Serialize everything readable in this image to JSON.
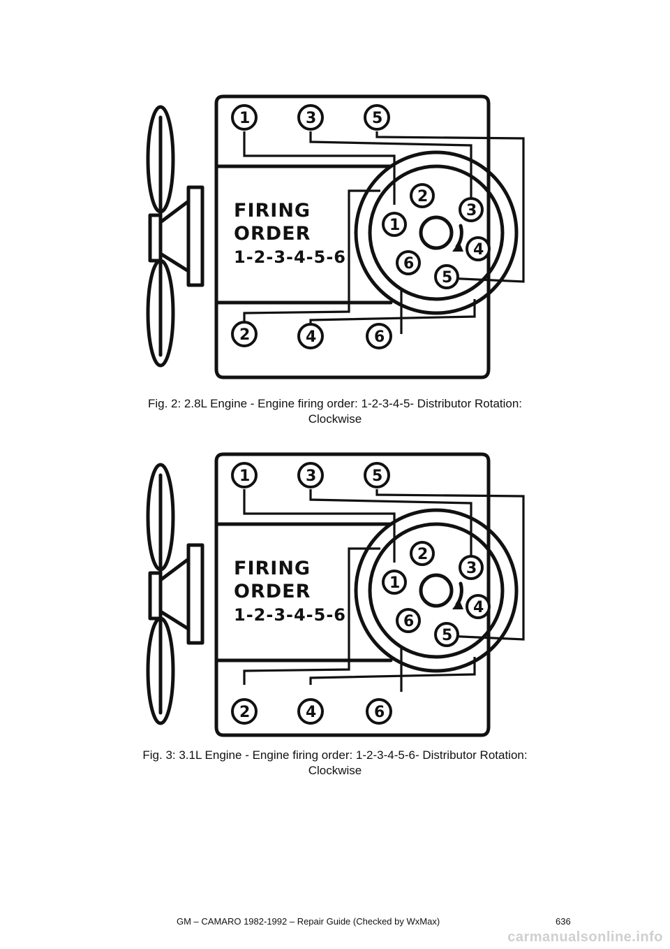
{
  "figures": [
    {
      "diagram_label_1": "FIRING",
      "diagram_label_2": "ORDER",
      "diagram_label_3": "1-2-3-4-5-6",
      "caption_line1": "Fig. 2: 2.8L Engine - Engine firing order: 1-2-3-4-5- Distributor Rotation:",
      "caption_line2": "Clockwise",
      "cylinders": [
        "1",
        "3",
        "5",
        "2",
        "4",
        "6"
      ],
      "cap_terminals": [
        "2",
        "3",
        "1",
        "4",
        "6",
        "5"
      ]
    },
    {
      "diagram_label_1": "FIRING",
      "diagram_label_2": "ORDER",
      "diagram_label_3": "1-2-3-4-5-6",
      "caption_line1": "Fig. 3: 3.1L Engine - Engine firing order: 1-2-3-4-5-6- Distributor Rotation:",
      "caption_line2": "Clockwise",
      "cylinders": [
        "1",
        "3",
        "5",
        "2",
        "4",
        "6"
      ],
      "cap_terminals": [
        "2",
        "3",
        "1",
        "4",
        "6",
        "5"
      ]
    }
  ],
  "footer": {
    "text": "GM – CAMARO 1982-1992 – Repair Guide (Checked by WxMax)",
    "page_number": "636"
  },
  "watermark": "carmanualsonline.info"
}
